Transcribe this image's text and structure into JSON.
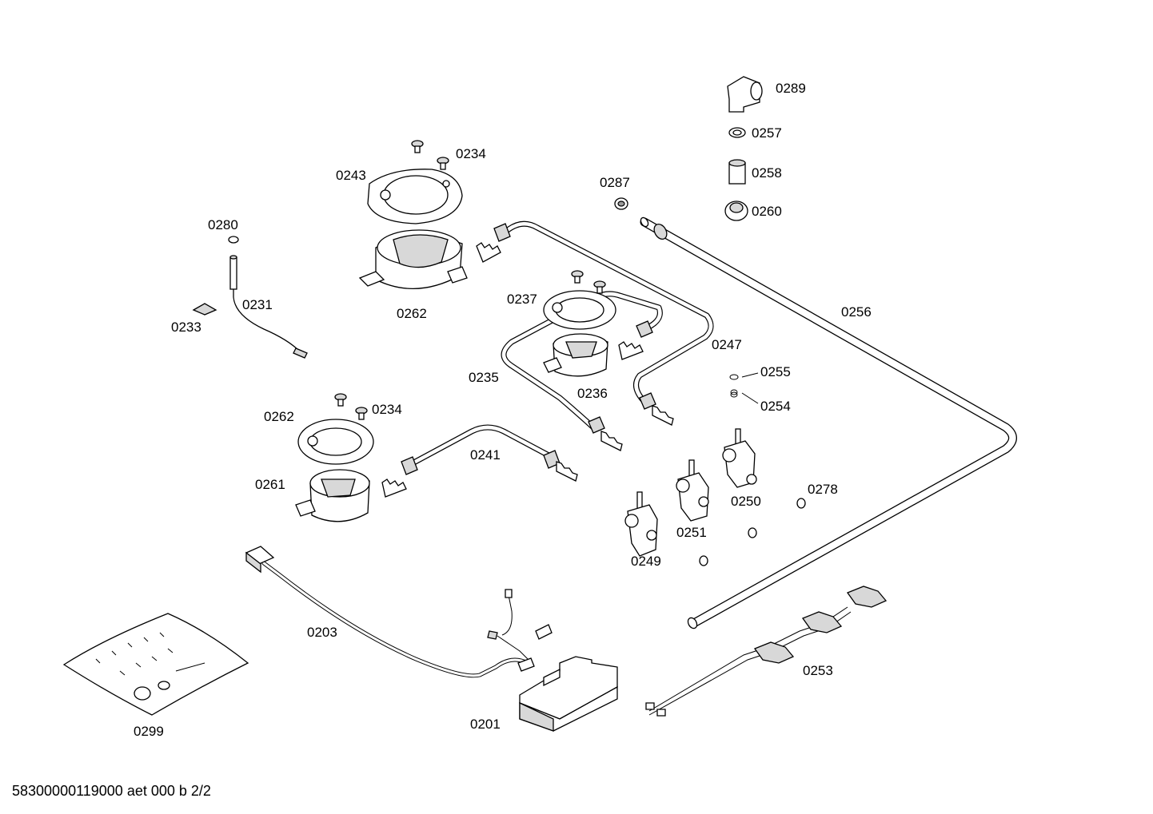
{
  "diagram": {
    "labels": {
      "p0201": "0201",
      "p0203": "0203",
      "p0231": "0231",
      "p0233": "0233",
      "p0234a": "0234",
      "p0234b": "0234",
      "p0235": "0235",
      "p0236": "0236",
      "p0237": "0237",
      "p0241": "0241",
      "p0243": "0243",
      "p0247": "0247",
      "p0249": "0249",
      "p0250": "0250",
      "p0251": "0251",
      "p0253": "0253",
      "p0254": "0254",
      "p0255": "0255",
      "p0256": "0256",
      "p0257": "0257",
      "p0258": "0258",
      "p0260": "0260",
      "p0261": "0261",
      "p0262a": "0262",
      "p0262b": "0262",
      "p0278": "0278",
      "p0280": "0280",
      "p0287": "0287",
      "p0289": "0289",
      "p0299": "0299"
    }
  },
  "footer": {
    "document_code": "58300000119000 aet 000 b 2/2"
  }
}
